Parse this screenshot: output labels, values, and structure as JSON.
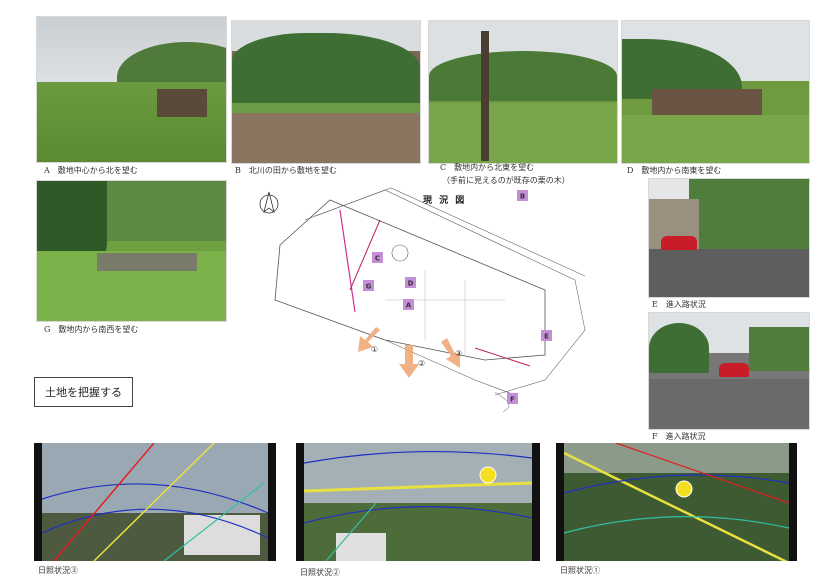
{
  "photos": {
    "a": {
      "caption": "A　敷地中心から北を望む"
    },
    "b": {
      "caption": "B　北川の田から敷地を望む"
    },
    "c": {
      "caption": "C　敷地内から北東を望む",
      "caption_sub": "（手前に見えるのが既存の栗の木）"
    },
    "d": {
      "caption": "D　敷地内から南東を望む"
    },
    "e": {
      "caption": "E　進入路状況"
    },
    "f": {
      "caption": "F　進入路状況"
    },
    "g": {
      "caption": "G　敷地内から南西を望む"
    }
  },
  "plan": {
    "title": "現 況 図",
    "markers": [
      "A",
      "B",
      "C",
      "D",
      "E",
      "F",
      "G"
    ],
    "arrows": [
      "①",
      "②",
      "③"
    ]
  },
  "callout": {
    "text": "土地を把握する"
  },
  "sunlight": [
    {
      "caption": "日照状況③"
    },
    {
      "caption": "日照状況②"
    },
    {
      "caption": "日照状況①"
    }
  ],
  "colors": {
    "marker": "#c58fd8",
    "arrow": "#f0a878",
    "sun_line_red": "#e02020",
    "sun_line_yellow": "#e8e040",
    "sun_line_blue": "#2030c0"
  }
}
